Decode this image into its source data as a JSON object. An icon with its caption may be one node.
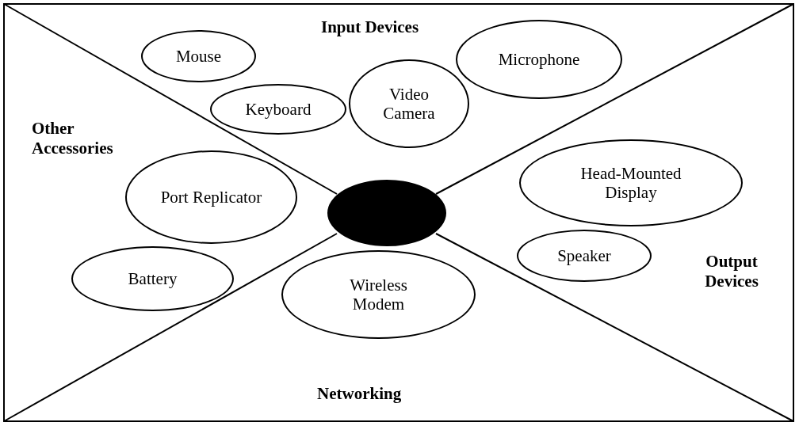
{
  "diagram": {
    "nodes": [
      {
        "text": [
          "Microphone"
        ]
      },
      {
        "text": [
          "Mouse"
        ]
      },
      {
        "text": [
          "Video Camera"
        ]
      },
      {
        "text": [
          "Keyboard"
        ]
      },
      {
        "text": [
          "Head-Mounted Display"
        ]
      },
      {
        "text": [
          "Port Replicator"
        ]
      },
      {
        "text": [],
        "shape": "ellipse"
      },
      {
        "text": [
          "Speaker"
        ]
      },
      {
        "text": [
          "Battery"
        ]
      },
      {
        "text": [
          "Wireless Modem"
        ]
      }
    ],
    "labels": [
      "Input Devices",
      "Other Accessories",
      "Output Devices",
      "Networking"
    ]
  }
}
